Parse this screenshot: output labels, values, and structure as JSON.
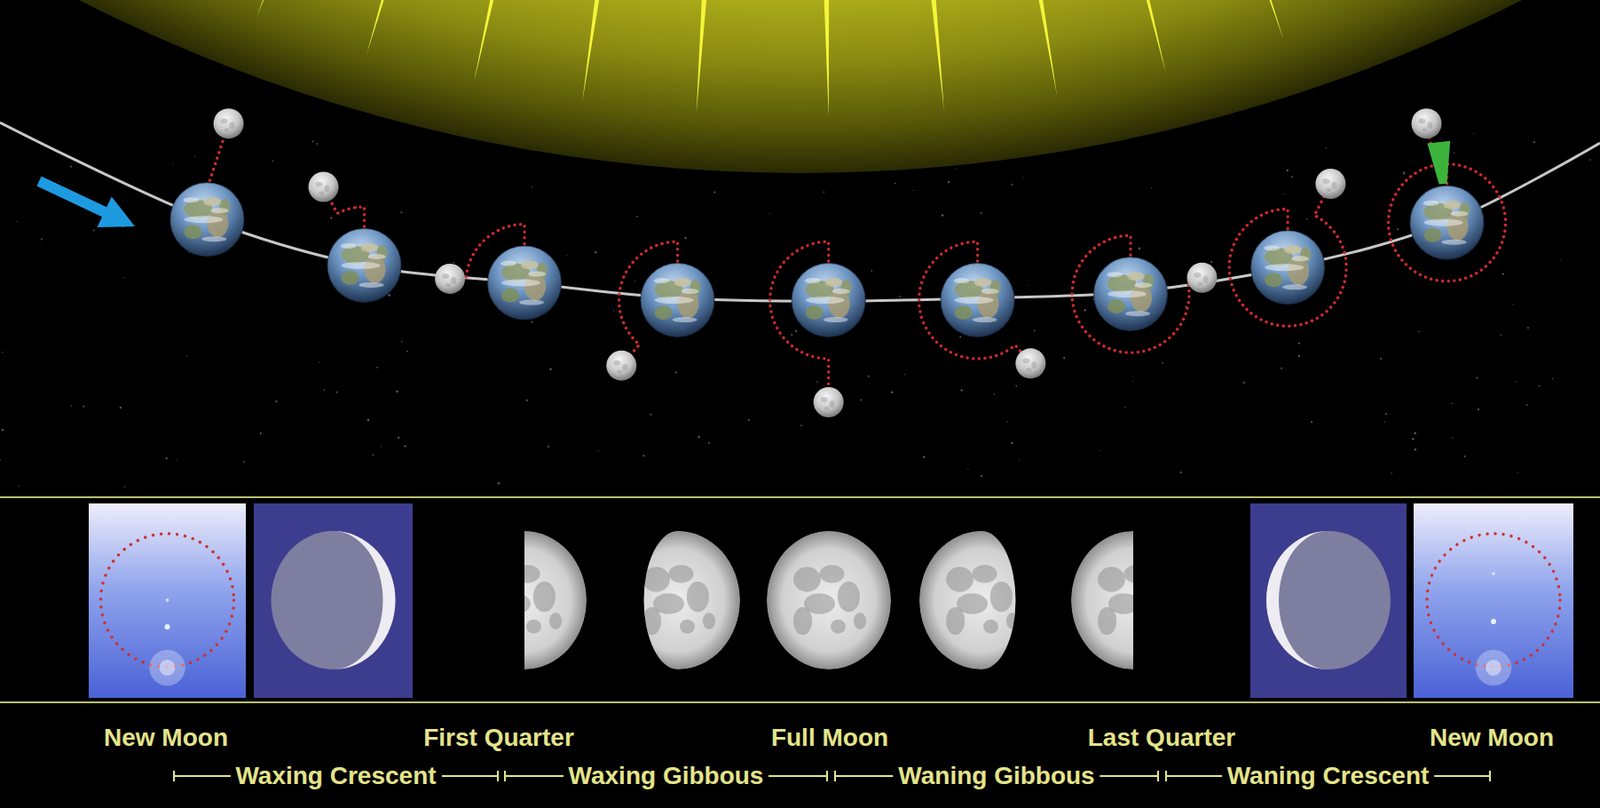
{
  "diagram": {
    "labels": [
      "New Moon",
      "First Quarter",
      "Full Moon",
      "Last Quarter",
      "New Moon",
      "Waxing Crescent",
      "Waxing Gibbous",
      "Waning Gibbous",
      "Waning Crescent"
    ]
  }
}
